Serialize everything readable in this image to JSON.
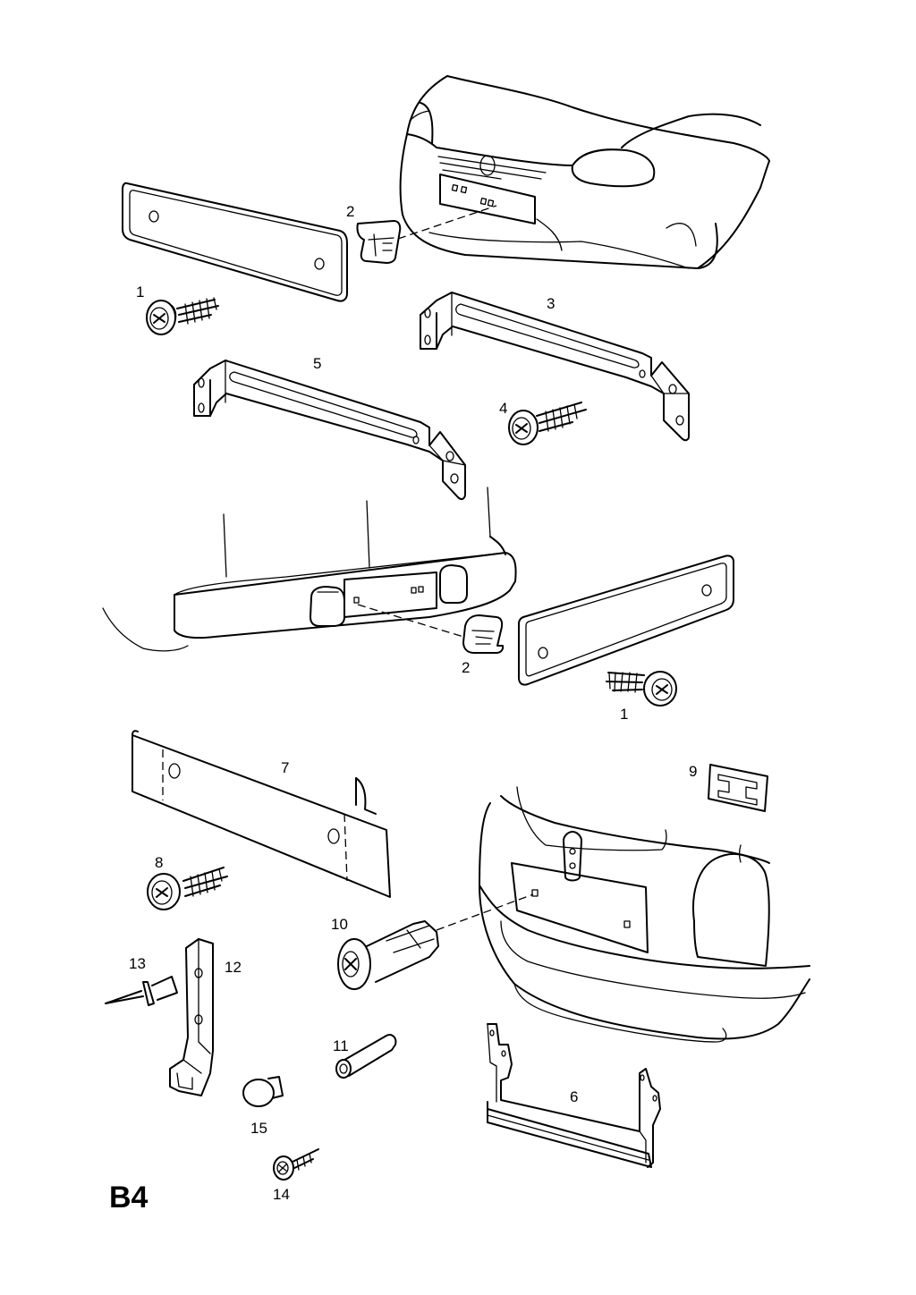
{
  "page_code": "B4",
  "callouts": [
    {
      "id": "c1a",
      "label": "1"
    },
    {
      "id": "c1b",
      "label": "1"
    },
    {
      "id": "c2a",
      "label": "2"
    },
    {
      "id": "c2b",
      "label": "2"
    },
    {
      "id": "c3",
      "label": "3"
    },
    {
      "id": "c4",
      "label": "4"
    },
    {
      "id": "c5",
      "label": "5"
    },
    {
      "id": "c6",
      "label": "6"
    },
    {
      "id": "c7",
      "label": "7"
    },
    {
      "id": "c8",
      "label": "8"
    },
    {
      "id": "c9",
      "label": "9"
    },
    {
      "id": "c10",
      "label": "10"
    },
    {
      "id": "c11",
      "label": "11"
    },
    {
      "id": "c12",
      "label": "12"
    },
    {
      "id": "c13",
      "label": "13"
    },
    {
      "id": "c14",
      "label": "14"
    },
    {
      "id": "c15",
      "label": "15"
    }
  ]
}
